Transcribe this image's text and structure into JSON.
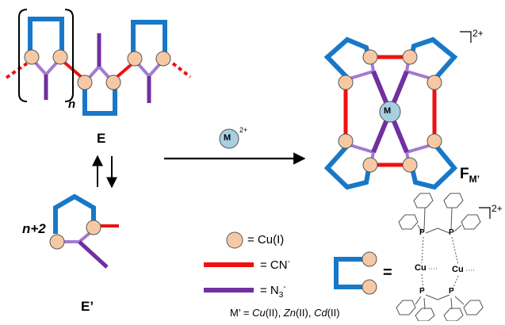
{
  "labels": {
    "polymer": "E",
    "repeat_n": "n",
    "monomer": "E’",
    "monomer_count": "n+2",
    "product_main": "F",
    "product_sub": "M’",
    "charge_product": "2+",
    "metal_symbol": "M",
    "metal_charge": "2+",
    "complex_charge": "2+"
  },
  "legend": {
    "cu_text": "= Cu(I)",
    "cn_text": "= CN",
    "cn_sup": "-",
    "n3_text": "= N",
    "n3_sub": "3",
    "n3_sup": "-",
    "dimer_eq": "=",
    "mprime_prefix": "M’ = ",
    "m_cu": "Cu",
    "m_cu_ox": "(II), ",
    "m_zn": "Zn",
    "m_zn_ox": "(II), ",
    "m_cd": "Cd",
    "m_cd_ox": "(II)"
  },
  "complex": {
    "cu_left": "Cu",
    "cu_right": "Cu",
    "p_tl": "P",
    "p_tr": "P",
    "p_bl": "P",
    "p_br": "P"
  },
  "colors": {
    "blue": "#1878c8",
    "red": "#ee1111",
    "purple": "#7030a0",
    "lavender": "#a47ad0",
    "cu_fill": "#f6c9a4",
    "metal_fill": "#a8cfe0"
  }
}
